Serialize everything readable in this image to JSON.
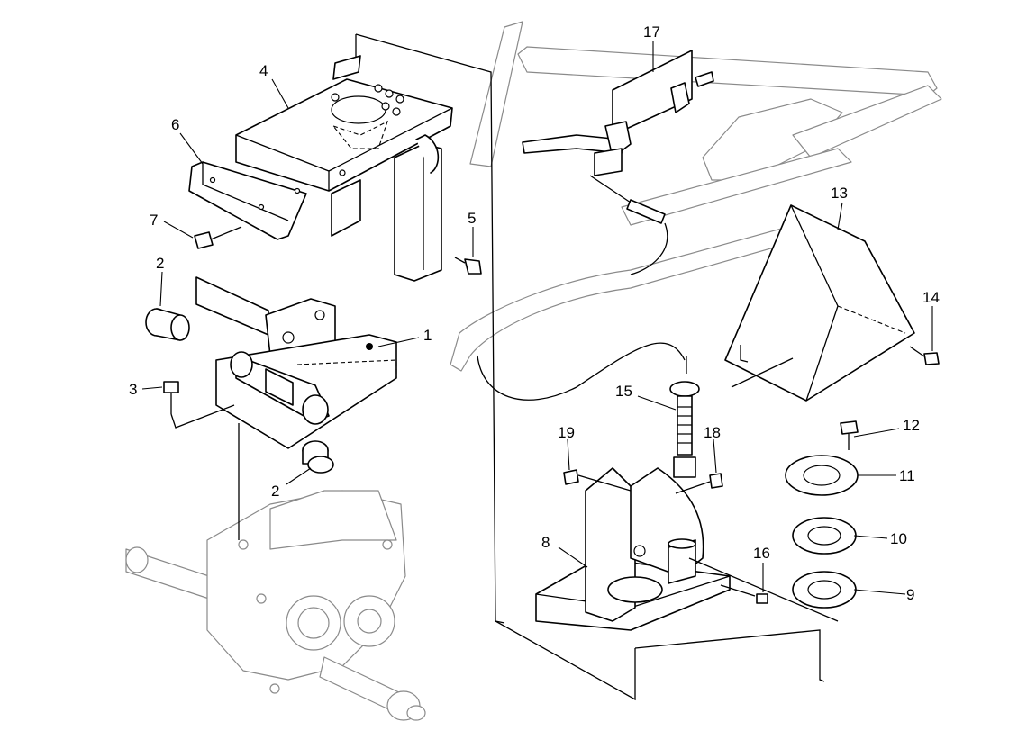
{
  "callouts": [
    {
      "id": "c1",
      "label": "1"
    },
    {
      "id": "c2a",
      "label": "2"
    },
    {
      "id": "c2b",
      "label": "2"
    },
    {
      "id": "c3",
      "label": "3"
    },
    {
      "id": "c4",
      "label": "4"
    },
    {
      "id": "c5",
      "label": "5"
    },
    {
      "id": "c6",
      "label": "6"
    },
    {
      "id": "c7",
      "label": "7"
    },
    {
      "id": "c8",
      "label": "8"
    },
    {
      "id": "c9",
      "label": "9"
    },
    {
      "id": "c10",
      "label": "10"
    },
    {
      "id": "c11",
      "label": "11"
    },
    {
      "id": "c12",
      "label": "12"
    },
    {
      "id": "c13",
      "label": "13"
    },
    {
      "id": "c14",
      "label": "14"
    },
    {
      "id": "c15",
      "label": "15"
    },
    {
      "id": "c16",
      "label": "16"
    },
    {
      "id": "c17",
      "label": "17"
    },
    {
      "id": "c18",
      "label": "18"
    },
    {
      "id": "c19",
      "label": "19"
    }
  ],
  "colors": {
    "line": "#000000",
    "faint": "#8a8a8a",
    "background": "#ffffff"
  }
}
